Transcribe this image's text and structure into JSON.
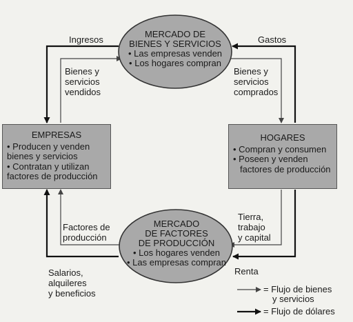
{
  "market_goods": {
    "title_line1": "MERCADO DE",
    "title_line2": "BIENES Y SERVICIOS",
    "bullet1": "• Las empresas venden",
    "bullet2": "• Los hogares compran"
  },
  "market_factors": {
    "title_line1": "MERCADO",
    "title_line2": "DE FACTORES",
    "title_line3": "DE PRODUCCIÓN",
    "bullet1": "• Los hogares venden",
    "bullet2": "• Las empresas compran"
  },
  "firms": {
    "title": "EMPRESAS",
    "bullet1_line1": "• Producen y venden",
    "bullet1_line2": "bienes y servicios",
    "bullet2_line1": "• Contratan y utilizan",
    "bullet2_line2": "factores de producción"
  },
  "households": {
    "title": "HOGARES",
    "bullet1": "• Compran y consumen",
    "bullet2_line1": "• Poseen y venden",
    "bullet2_line2": "factores de producción"
  },
  "labels": {
    "ingresos": "Ingresos",
    "gastos": "Gastos",
    "bienes_vendidos_1": "Bienes y",
    "bienes_vendidos_2": "servicios",
    "bienes_vendidos_3": "vendidos",
    "bienes_comprados_1": "Bienes y",
    "bienes_comprados_2": "servicios",
    "bienes_comprados_3": "comprados",
    "factores_1": "Factores de",
    "factores_2": "producción",
    "tierra_1": "Tierra,",
    "tierra_2": "trabajo",
    "tierra_3": "y capital",
    "salarios_1": "Salarios,",
    "salarios_2": "alquileres",
    "salarios_3": "y beneficios",
    "renta": "Renta"
  },
  "legend": {
    "goods_flow_line1": "= Flujo de bienes",
    "goods_flow_line2": "y servicios",
    "money_flow": "= Flujo de dólares"
  },
  "colors": {
    "shape_fill": "#a9a9a9",
    "outer_flow": "#111111",
    "inner_flow": "#444444",
    "background": "#f2f2ee"
  }
}
